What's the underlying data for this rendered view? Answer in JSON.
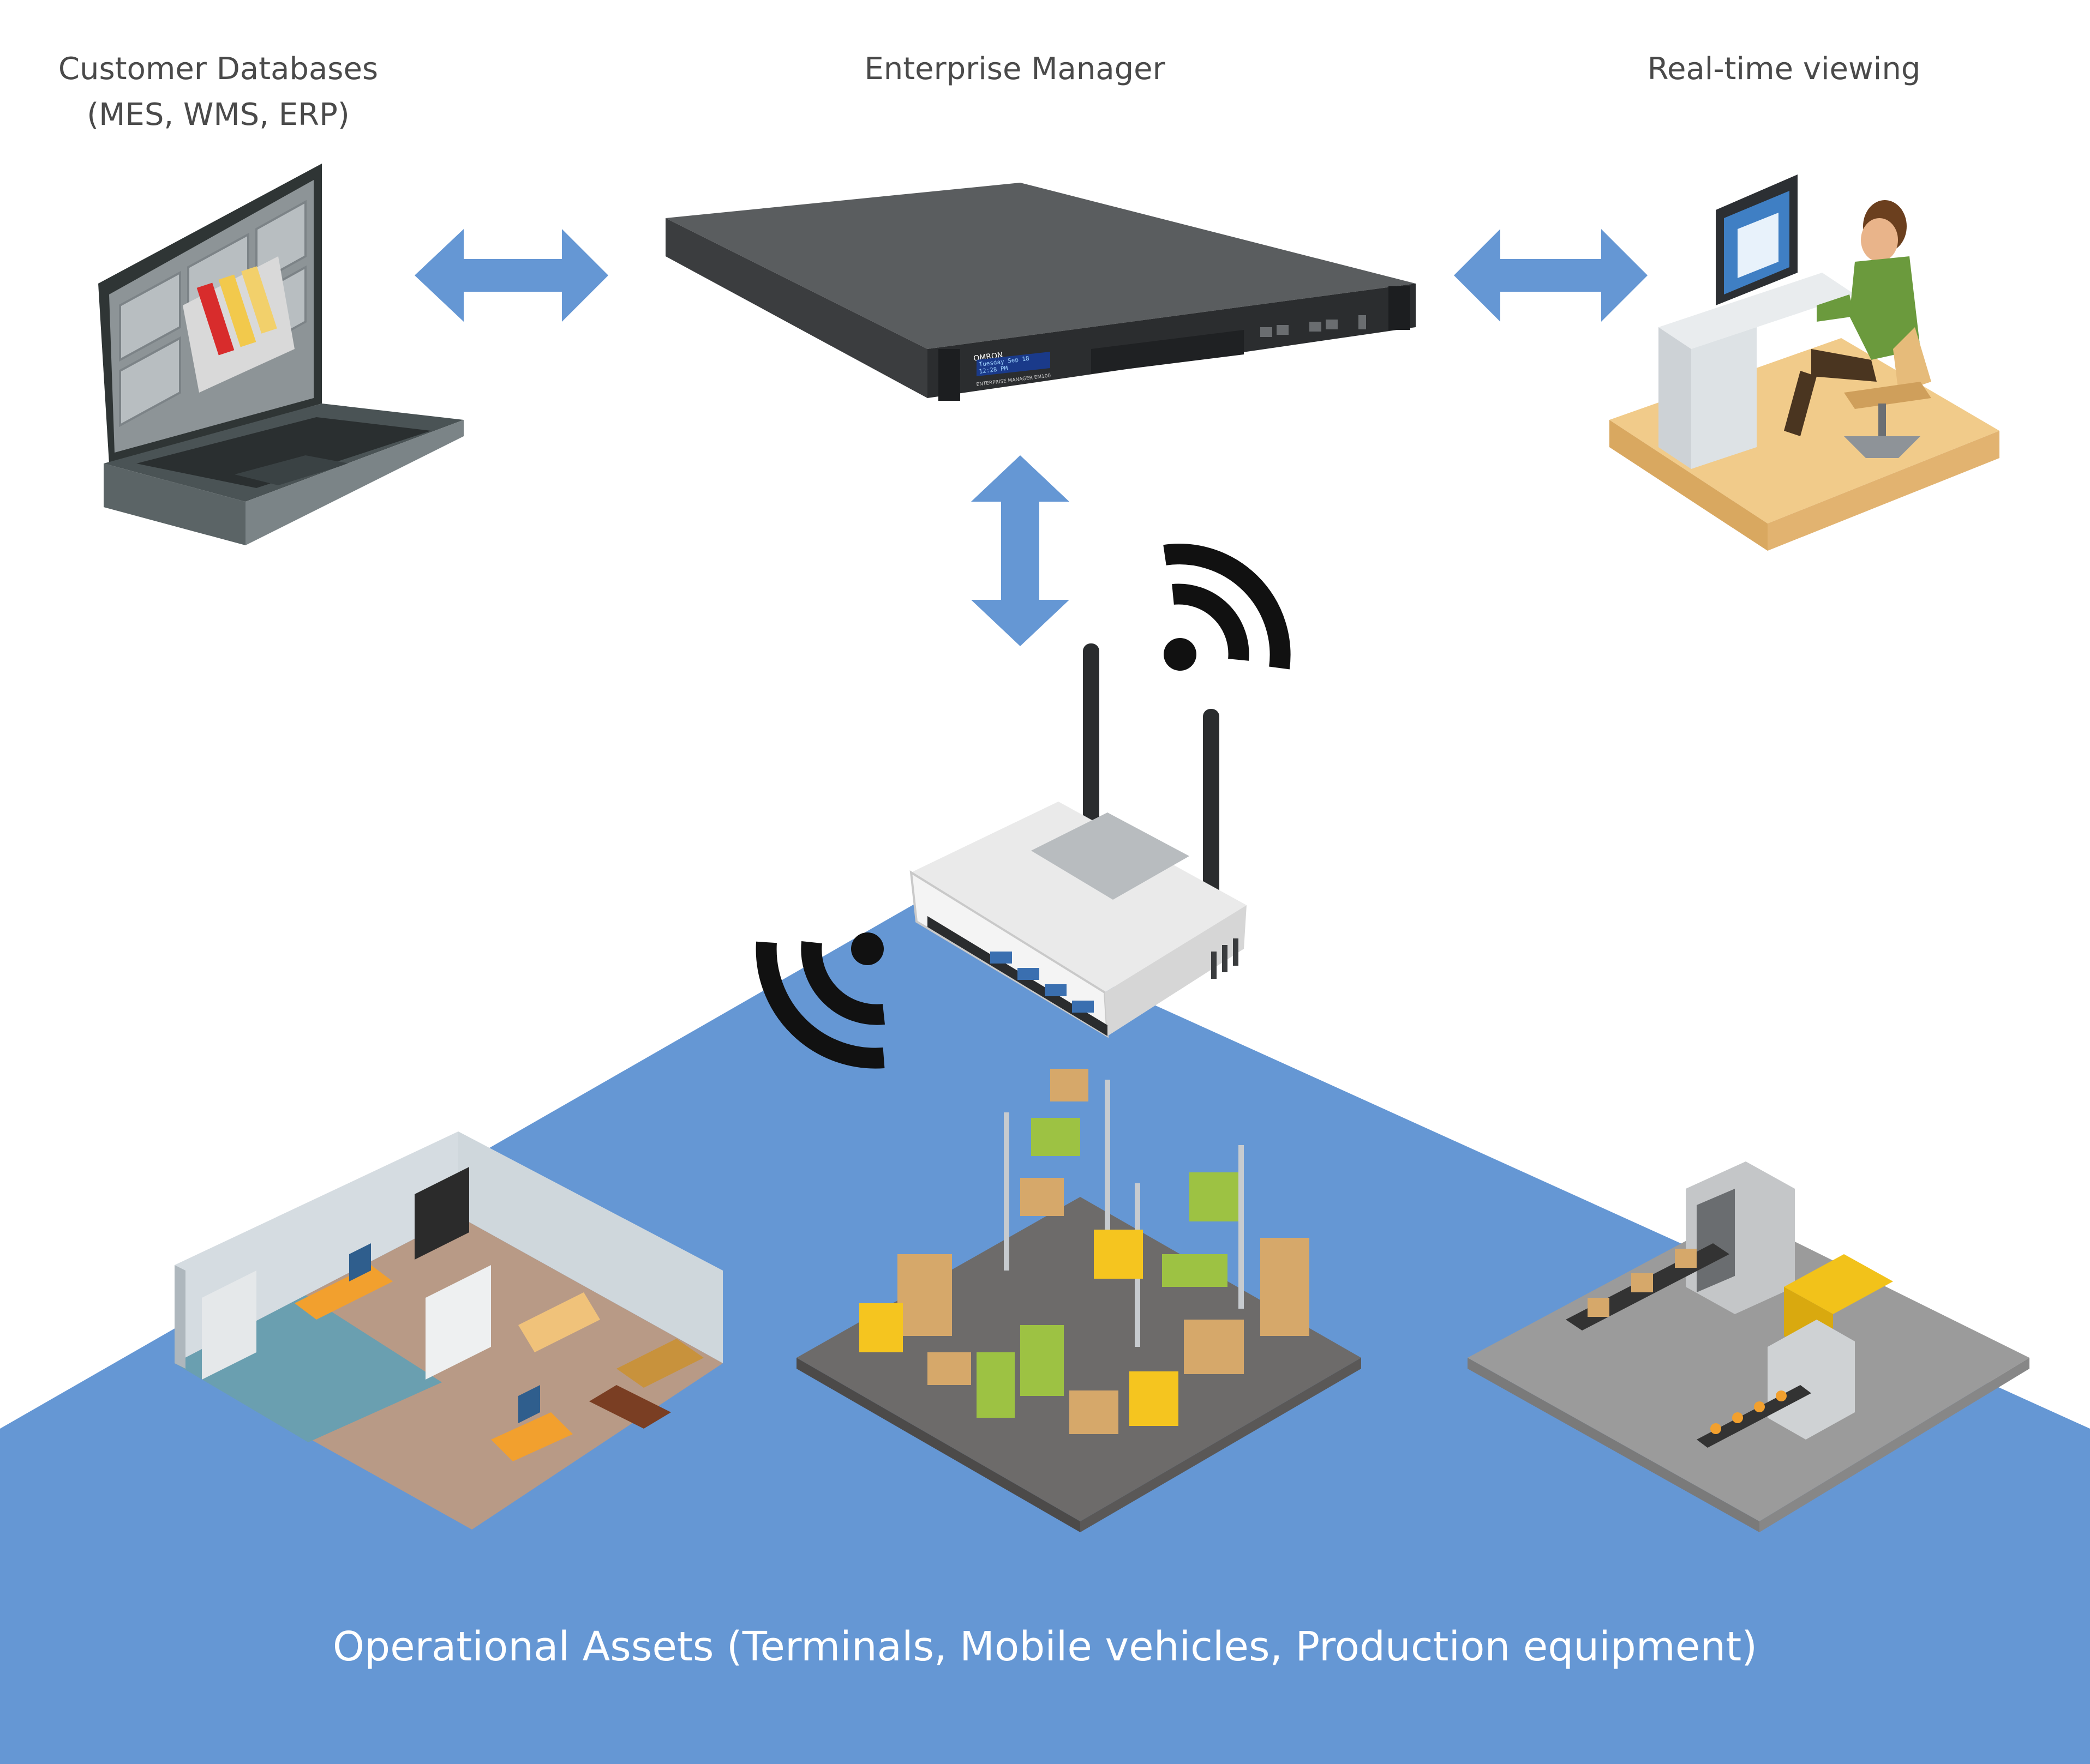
{
  "labels": {
    "customer_databases_line1": "Customer Databases",
    "customer_databases_line2": "(MES, WMS, ERP)",
    "enterprise_manager": "Enterprise Manager",
    "realtime_viewing": "Real-time viewing",
    "operational_assets": "Operational Assets (Terminals, Mobile vehicles, Production equipment)"
  },
  "device_text": {
    "brand": "OMRON",
    "display_line1": "Tuesday Sep 18",
    "display_line2": "12:28 PM",
    "model": "ENTERPRISE MANAGER EM100"
  },
  "colors": {
    "floor_blue": "#6597d4",
    "arrow_blue": "#6597d4",
    "server_body": "#47494a",
    "label_gray": "#4a4a4a",
    "signal_black": "#111111"
  },
  "icons": [
    "laptop-database-icon",
    "rack-server-icon",
    "operator-workstation-icon",
    "wifi-router-icon",
    "wifi-signal-icon",
    "office-floorplan-icon",
    "warehouse-icon",
    "production-line-icon"
  ]
}
